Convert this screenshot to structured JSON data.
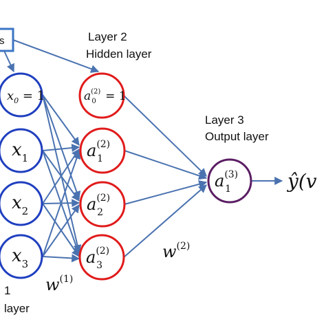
{
  "diagram": {
    "bias_box": {
      "label": "s"
    },
    "layers": {
      "input": {
        "number_label": "1",
        "name_label": "layer"
      },
      "hidden": {
        "number_label": "Layer 2",
        "name_label": "Hidden layer"
      },
      "output": {
        "number_label": "Layer 3",
        "name_label": "Output layer"
      }
    },
    "nodes": {
      "x0": {
        "base": "x",
        "sub": "0",
        "rest": " = 1"
      },
      "x1": {
        "base": "x",
        "sub": "1"
      },
      "x2": {
        "base": "x",
        "sub": "2"
      },
      "x3": {
        "base": "x",
        "sub": "3"
      },
      "a0": {
        "base": "a",
        "sub": "0",
        "sup": "(2)",
        "rest": " = 1"
      },
      "a1": {
        "base": "a",
        "sub": "1",
        "sup": "(2)"
      },
      "a2": {
        "base": "a",
        "sub": "2",
        "sup": "(2)"
      },
      "a3": {
        "base": "a",
        "sub": "3",
        "sup": "(2)"
      },
      "out": {
        "base": "a",
        "sub": "1",
        "sup": "(3)"
      }
    },
    "weights": {
      "w1": {
        "base": "w",
        "sup": "(1)"
      },
      "w2": {
        "base": "w",
        "sup": "(2)"
      }
    },
    "output_label": {
      "text": "ŷ(",
      "tail": "v"
    },
    "colors": {
      "input_node": "#1f3fbf",
      "hidden_node": "#e01b1b",
      "output_node": "#5a1e63",
      "edge": "#4a72b0",
      "box": "#3a75c4"
    }
  }
}
